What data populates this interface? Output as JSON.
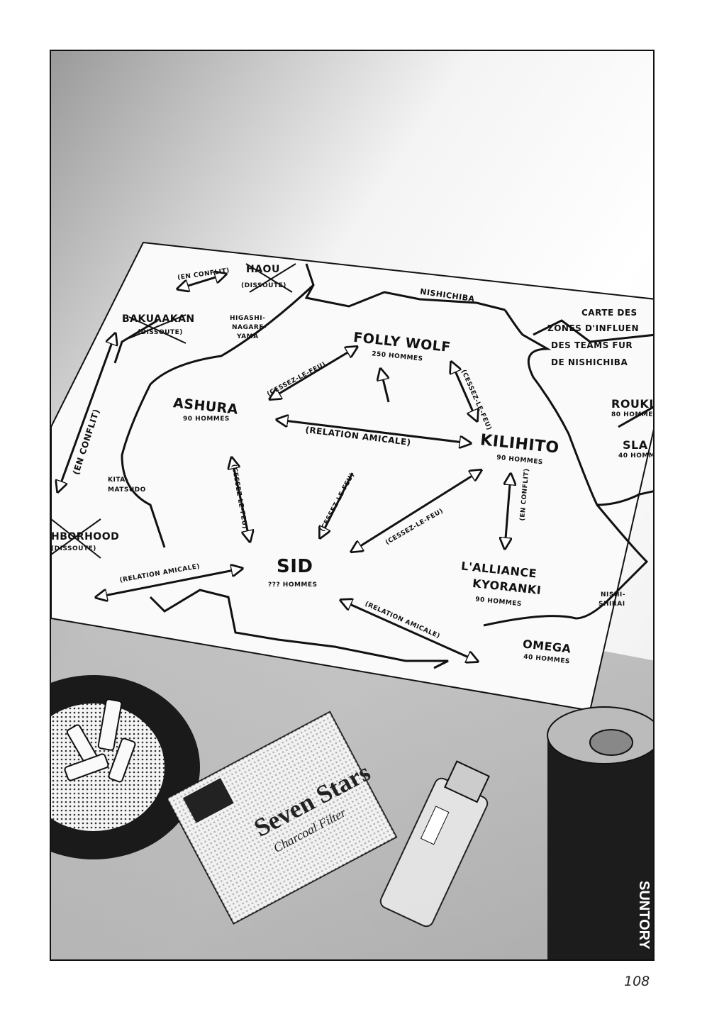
{
  "map": {
    "title_lines": [
      "CARTE DES",
      "ZONES D'INFLUEN",
      "DES TEAMS FUR",
      "DE NISHICHIBA"
    ],
    "areas": {
      "nishichiba": "NISHICHIBA",
      "higashi_nagareyama": [
        "HIGASHI-",
        "NAGARE-",
        "YAMA"
      ],
      "kita_matsudo": [
        "KITA-",
        "MATSUDO"
      ],
      "nishi_shirai": [
        "NISHI-",
        "SHIRAI"
      ]
    },
    "teams": {
      "folly_wolf": {
        "name": "FOLLY WOLF",
        "members": "250 HOMMES"
      },
      "ashura": {
        "name": "ASHURA",
        "members": "90 HOMMES"
      },
      "kilihito": {
        "name": "KILIHITO",
        "members": "90 HOMMES"
      },
      "sid": {
        "name": "SID",
        "members": "??? HOMMES"
      },
      "alliance_kyoranki": {
        "name_line1": "L'ALLIANCE",
        "name_line2": "KYORANKI",
        "members": "90 HOMMES"
      },
      "omega": {
        "name": "OMEGA",
        "members": "40 HOMMES"
      },
      "rouki": {
        "name": "ROUKI",
        "members": "80 HOMMES"
      },
      "sla": {
        "name": "SLA",
        "members": "40 HOMM"
      },
      "haou": {
        "name": "HAOU",
        "status": "(DISSOUTE)"
      },
      "bakuaakan": {
        "name": "BAKUAAKAN",
        "status": "(DISSOUTE)"
      },
      "neighborhood": {
        "name": "HBORHOOD",
        "status": "(DISSOUTE)"
      }
    },
    "relations": {
      "en_conflit": "(EN CONFLIT)",
      "cessez_le_feu": "(CESSEZ-LE-FEU)",
      "relation_amicale": "(RELATION AMICALE)"
    }
  },
  "objects": {
    "cigarette_brand": "Seven Stars",
    "cigarette_sub": "Charcoal Filter",
    "can_brand": "SUNTORY"
  },
  "page_number": "108"
}
